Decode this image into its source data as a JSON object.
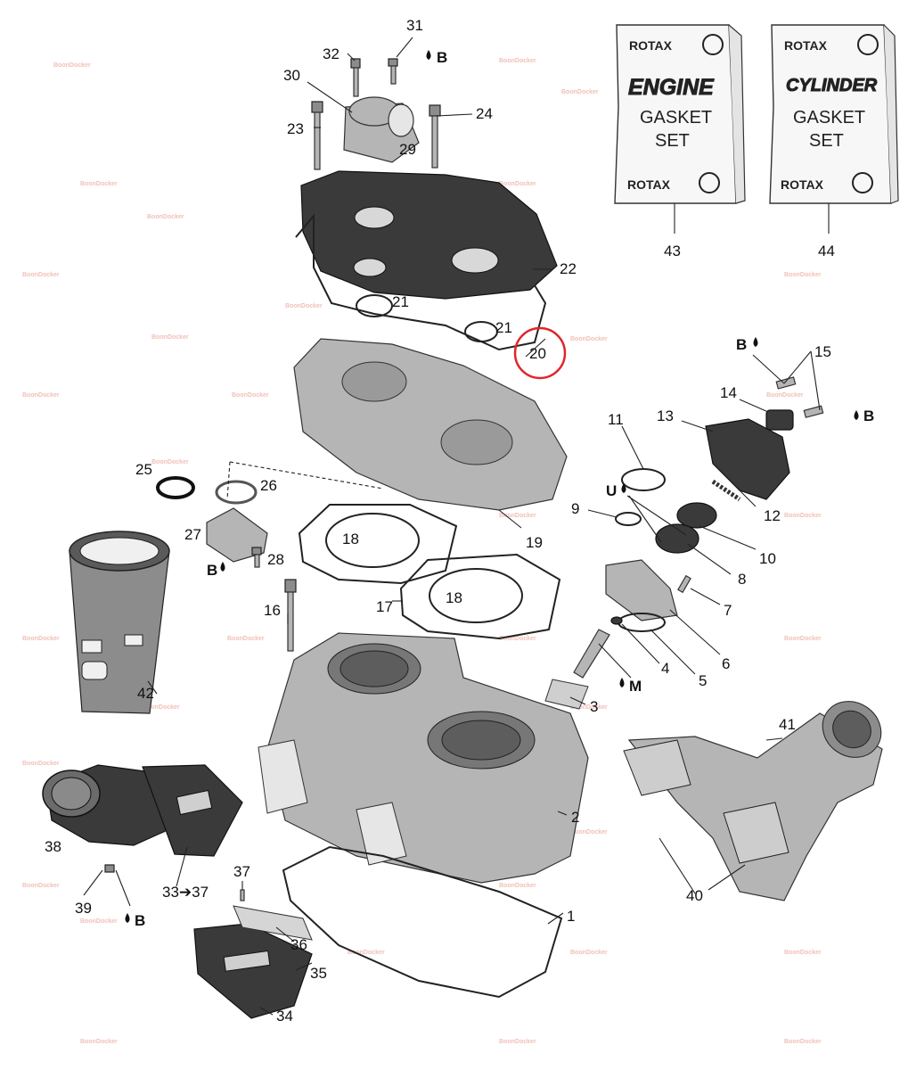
{
  "watermark": "BoonDocker",
  "callouts": [
    "1",
    "2",
    "3",
    "4",
    "5",
    "6",
    "7",
    "8",
    "9",
    "10",
    "11",
    "12",
    "13",
    "14",
    "15",
    "16",
    "17",
    "18",
    "19",
    "20",
    "21",
    "22",
    "23",
    "24",
    "25",
    "26",
    "27",
    "28",
    "29",
    "30",
    "31",
    "32",
    "33➔37",
    "34",
    "35",
    "36",
    "37",
    "38",
    "39",
    "40",
    "41",
    "42",
    "43",
    "44"
  ],
  "lube_marks": {
    "b": "B",
    "u": "U",
    "m": "M"
  },
  "kits": {
    "engine": {
      "brand": "ROTAX",
      "line1": "ENGINE",
      "line2": "GASKET",
      "line3": "SET"
    },
    "cylinder": {
      "brand": "ROTAX",
      "line1": "CYLINDER",
      "line2": "GASKET",
      "line3": "SET"
    }
  },
  "highlight_color": "#e0262b"
}
